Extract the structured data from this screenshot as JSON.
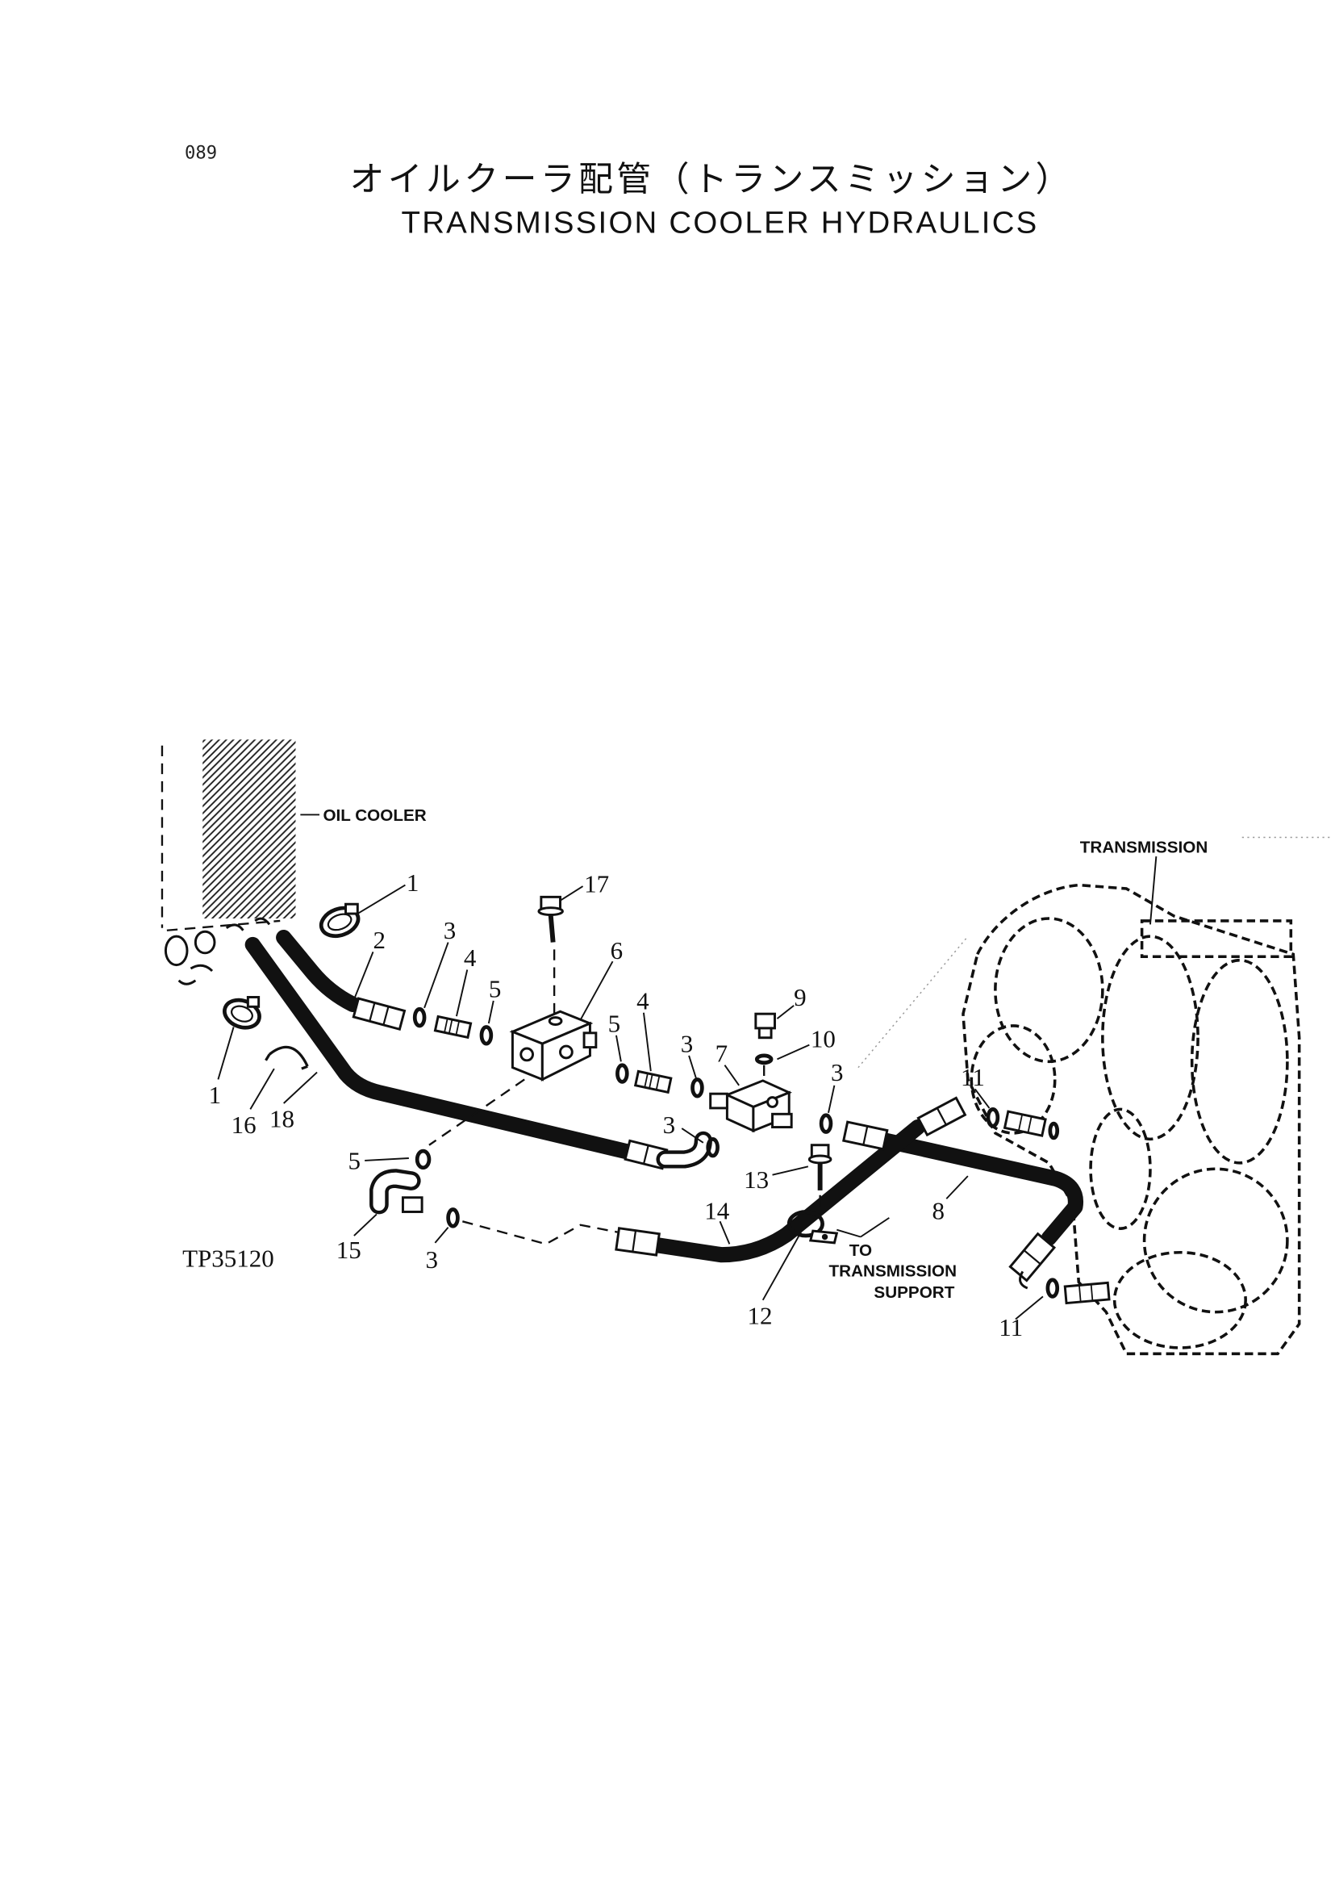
{
  "page_number": "089",
  "title_ja": "オイルクーラ配管（トランスミッション）",
  "title_en": "TRANSMISSION COOLER HYDRAULICS",
  "figure_id": "TP35120",
  "labels": {
    "oil_cooler": "OIL COOLER",
    "transmission": "TRANSMISSION",
    "to_transmission_support": [
      "TO",
      "TRANSMISSION",
      "SUPPORT"
    ]
  },
  "callouts": [
    "1",
    "2",
    "3",
    "4",
    "5",
    "17",
    "6",
    "9",
    "10",
    "5",
    "4",
    "3",
    "7",
    "3",
    "11",
    "1",
    "16",
    "18",
    "3",
    "5",
    "13",
    "8",
    "15",
    "3",
    "14",
    "12",
    "11"
  ]
}
